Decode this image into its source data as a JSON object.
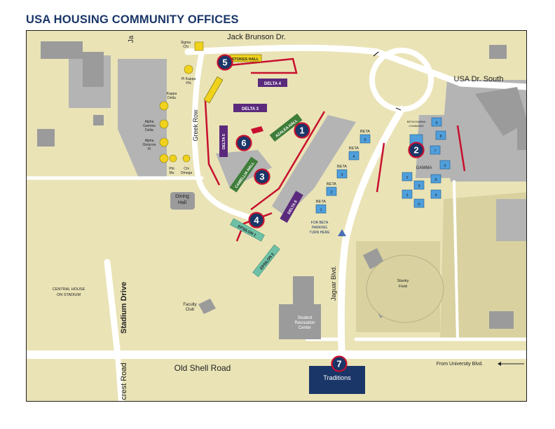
{
  "title": "USA HOUSING COMMUNITY OFFICES",
  "colors": {
    "land": "#eae3b6",
    "grass": "#d6d09e",
    "road": "#ffffff",
    "building": "#9b9b9b",
    "parking": "#b9b9b9",
    "navy": "#1a3668",
    "marker_ring": "#c8102e",
    "red_line": "#c8102e",
    "delta": "#5b2a7c",
    "gamma": "#4f9fdc",
    "epsilon": "#6ec1a6",
    "hall_green": "#3f7d3a",
    "greek": "#f0d21c",
    "stokes": "#f0d21c",
    "traditions": "#1a3668"
  },
  "icons": [
    "location-marker-icon",
    "arrow-left-icon",
    "triangle-up-icon",
    "curved-arrow-icon"
  ],
  "roads": {
    "jack_brunson": "Jack Brunson Dr.",
    "usa_dr_south": "USA Dr. South",
    "greek_row": "Greek Row",
    "jaguar_blvd": "Jaguar Blvd.",
    "stadium_drive": "Stadium Drive",
    "old_shell": "Old Shell Road",
    "hillcrest": "crest Road",
    "jaguar_partial": "Ja",
    "from_univ": "From University Blvd."
  },
  "markers": [
    {
      "number": "1"
    },
    {
      "number": "2"
    },
    {
      "number": "3"
    },
    {
      "number": "4"
    },
    {
      "number": "5"
    },
    {
      "number": "6"
    },
    {
      "number": "7"
    }
  ],
  "buildings": {
    "stokes": "STOKES HALL",
    "delta4": "DELTA 4",
    "delta3": "DELTA 3",
    "delta5": "DELTA 5",
    "delta6": "DELTA 6",
    "azalea": "AZALEA HALL",
    "camellia": "CAMELLIA HALL",
    "epsilon1": "EPSILON 1",
    "epsilon2": "EPSILON 2",
    "dining_1": "Dining",
    "dining_2": "Hall",
    "faculty_1": "Faculty",
    "faculty_2": "Club",
    "central_1": "CENTRAL HOUSE",
    "central_2": "ON STADIUM",
    "src_1": "Student",
    "src_2": "Recreation",
    "src_3": "Center",
    "stanky_1": "Stanky",
    "stanky_2": "Field",
    "traditions": "Traditions"
  },
  "greek": {
    "sigma_chi_1": "Sigma",
    "sigma_chi_2": "Chi",
    "pi_kappa_phi_1": "Pi Kappa",
    "pi_kappa_phi_2": "Phi",
    "kappa_delta_1": "Kappa",
    "kappa_delta_2": "Delta",
    "agd_1": "Alpha",
    "agd_2": "Gamma",
    "agd_3": "Delta",
    "aop_1": "Alpha",
    "aop_2": "Omicron",
    "aop_3": "Pi",
    "phi_mu_1": "Phi",
    "phi_mu_2": "Mu",
    "chi_omega_1": "Chi",
    "chi_omega_2": "Omega"
  },
  "beta": {
    "b1": "1",
    "b2": "2",
    "b3": "3",
    "b4": "4",
    "b5": "5",
    "label1": "BETA",
    "label2": "BETA",
    "label3": "BETA",
    "label4": "BETA",
    "label5": "BETA",
    "parking_1": "FOR BETA",
    "parking_2": "PARKING",
    "parking_3": "TURN HERE"
  },
  "gamma": {
    "label": "GAMMA",
    "commons_1": "BETA/GAMMA",
    "commons_2": "COMMONS",
    "g0": "0",
    "g1": "1",
    "g2": "2",
    "g3": "3",
    "g4": "4",
    "g5": "5",
    "g6": "6",
    "g7": "7",
    "g8": "8",
    "g9": "9"
  }
}
